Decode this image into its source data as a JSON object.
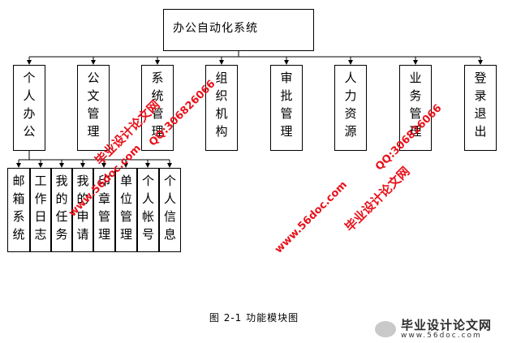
{
  "diagram": {
    "root": "办公自动化系统",
    "modules": [
      "个人办公",
      "公文管理",
      "系统管理",
      "组织机构",
      "审批管理",
      "人力资源",
      "业务管理",
      "登录退出"
    ],
    "submodules": [
      "邮箱系统",
      "工作日志",
      "我的任务",
      "我的申请",
      "印章管理",
      "单位管理",
      "个人帐号",
      "个人信息"
    ],
    "caption": "图 2-1  功能模块图"
  },
  "watermarks": {
    "site_cn": "毕业设计论文网",
    "url": "www.56doc.com",
    "qq": "QQ:306826066",
    "brand": "毕业设计论文网",
    "brand_url": "www.56doc.com",
    "color": "#e8121b"
  }
}
